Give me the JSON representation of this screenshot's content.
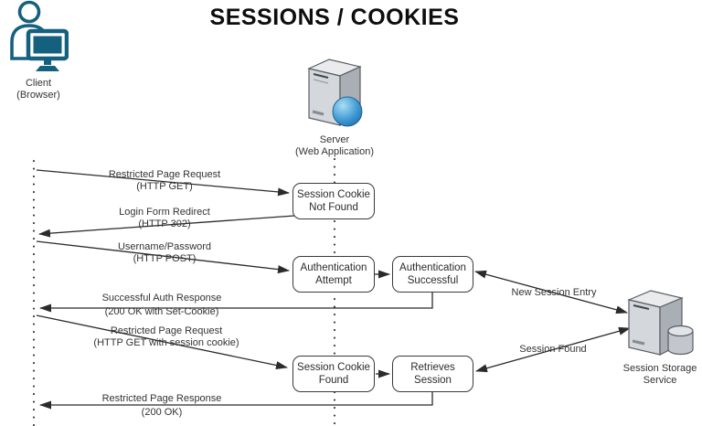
{
  "title": "SESSIONS / COOKIES",
  "actors": {
    "client": {
      "line1": "Client",
      "line2": "(Browser)",
      "icon": "person-with-monitor-icon"
    },
    "server": {
      "line1": "Server",
      "line2": "(Web Application)",
      "icon": "server-tower-globe-icon"
    },
    "storage": {
      "line1": "Session Storage",
      "line2": "Service",
      "icon": "server-tower-database-icon"
    }
  },
  "boxes": {
    "cookie_not_found": {
      "line1": "Session Cookie",
      "line2": "Not Found"
    },
    "auth_attempt": {
      "line1": "Authentication",
      "line2": "Attempt"
    },
    "auth_success": {
      "line1": "Authentication",
      "line2": "Successful"
    },
    "cookie_found": {
      "line1": "Session Cookie",
      "line2": "Found"
    },
    "retrieves_session": {
      "line1": "Retrieves",
      "line2": "Session"
    }
  },
  "messages": {
    "restricted_get": {
      "line1": "Restricted Page Request",
      "line2": "(HTTP GET)",
      "from": "client",
      "to": "server",
      "direction": "right"
    },
    "login_redirect": {
      "line1": "Login Form Redirect",
      "line2": "(HTTP 302)",
      "from": "server",
      "to": "client",
      "direction": "left"
    },
    "username_password": {
      "line1": "Username/Password",
      "line2": "(HTTP POST)",
      "from": "client",
      "to": "server",
      "direction": "right"
    },
    "new_session_entry": {
      "label": "New Session Entry",
      "from": "server",
      "to": "storage",
      "direction": "both"
    },
    "auth_response": {
      "line1": "Successful Auth Response",
      "line2": "(200 OK with Set-Cookie)",
      "from": "server",
      "to": "client",
      "direction": "left"
    },
    "restricted_get_cookie": {
      "line1": "Restricted Page Request",
      "line2": "(HTTP GET with session cookie)",
      "from": "client",
      "to": "server",
      "direction": "right"
    },
    "session_found": {
      "label": "Session Found",
      "from": "storage",
      "to": "server",
      "direction": "both"
    },
    "restricted_response": {
      "line1": "Restricted Page Response",
      "line2": "(200 OK)",
      "from": "server",
      "to": "client",
      "direction": "left"
    }
  },
  "colors": {
    "client_teal": "#15607e",
    "connector": "#2b2b2b",
    "box_border": "#3a3a3a",
    "server_gray_front": "#d4d7db",
    "server_gray_side": "#aaafb5",
    "globe_blue": "#3b96d2"
  }
}
